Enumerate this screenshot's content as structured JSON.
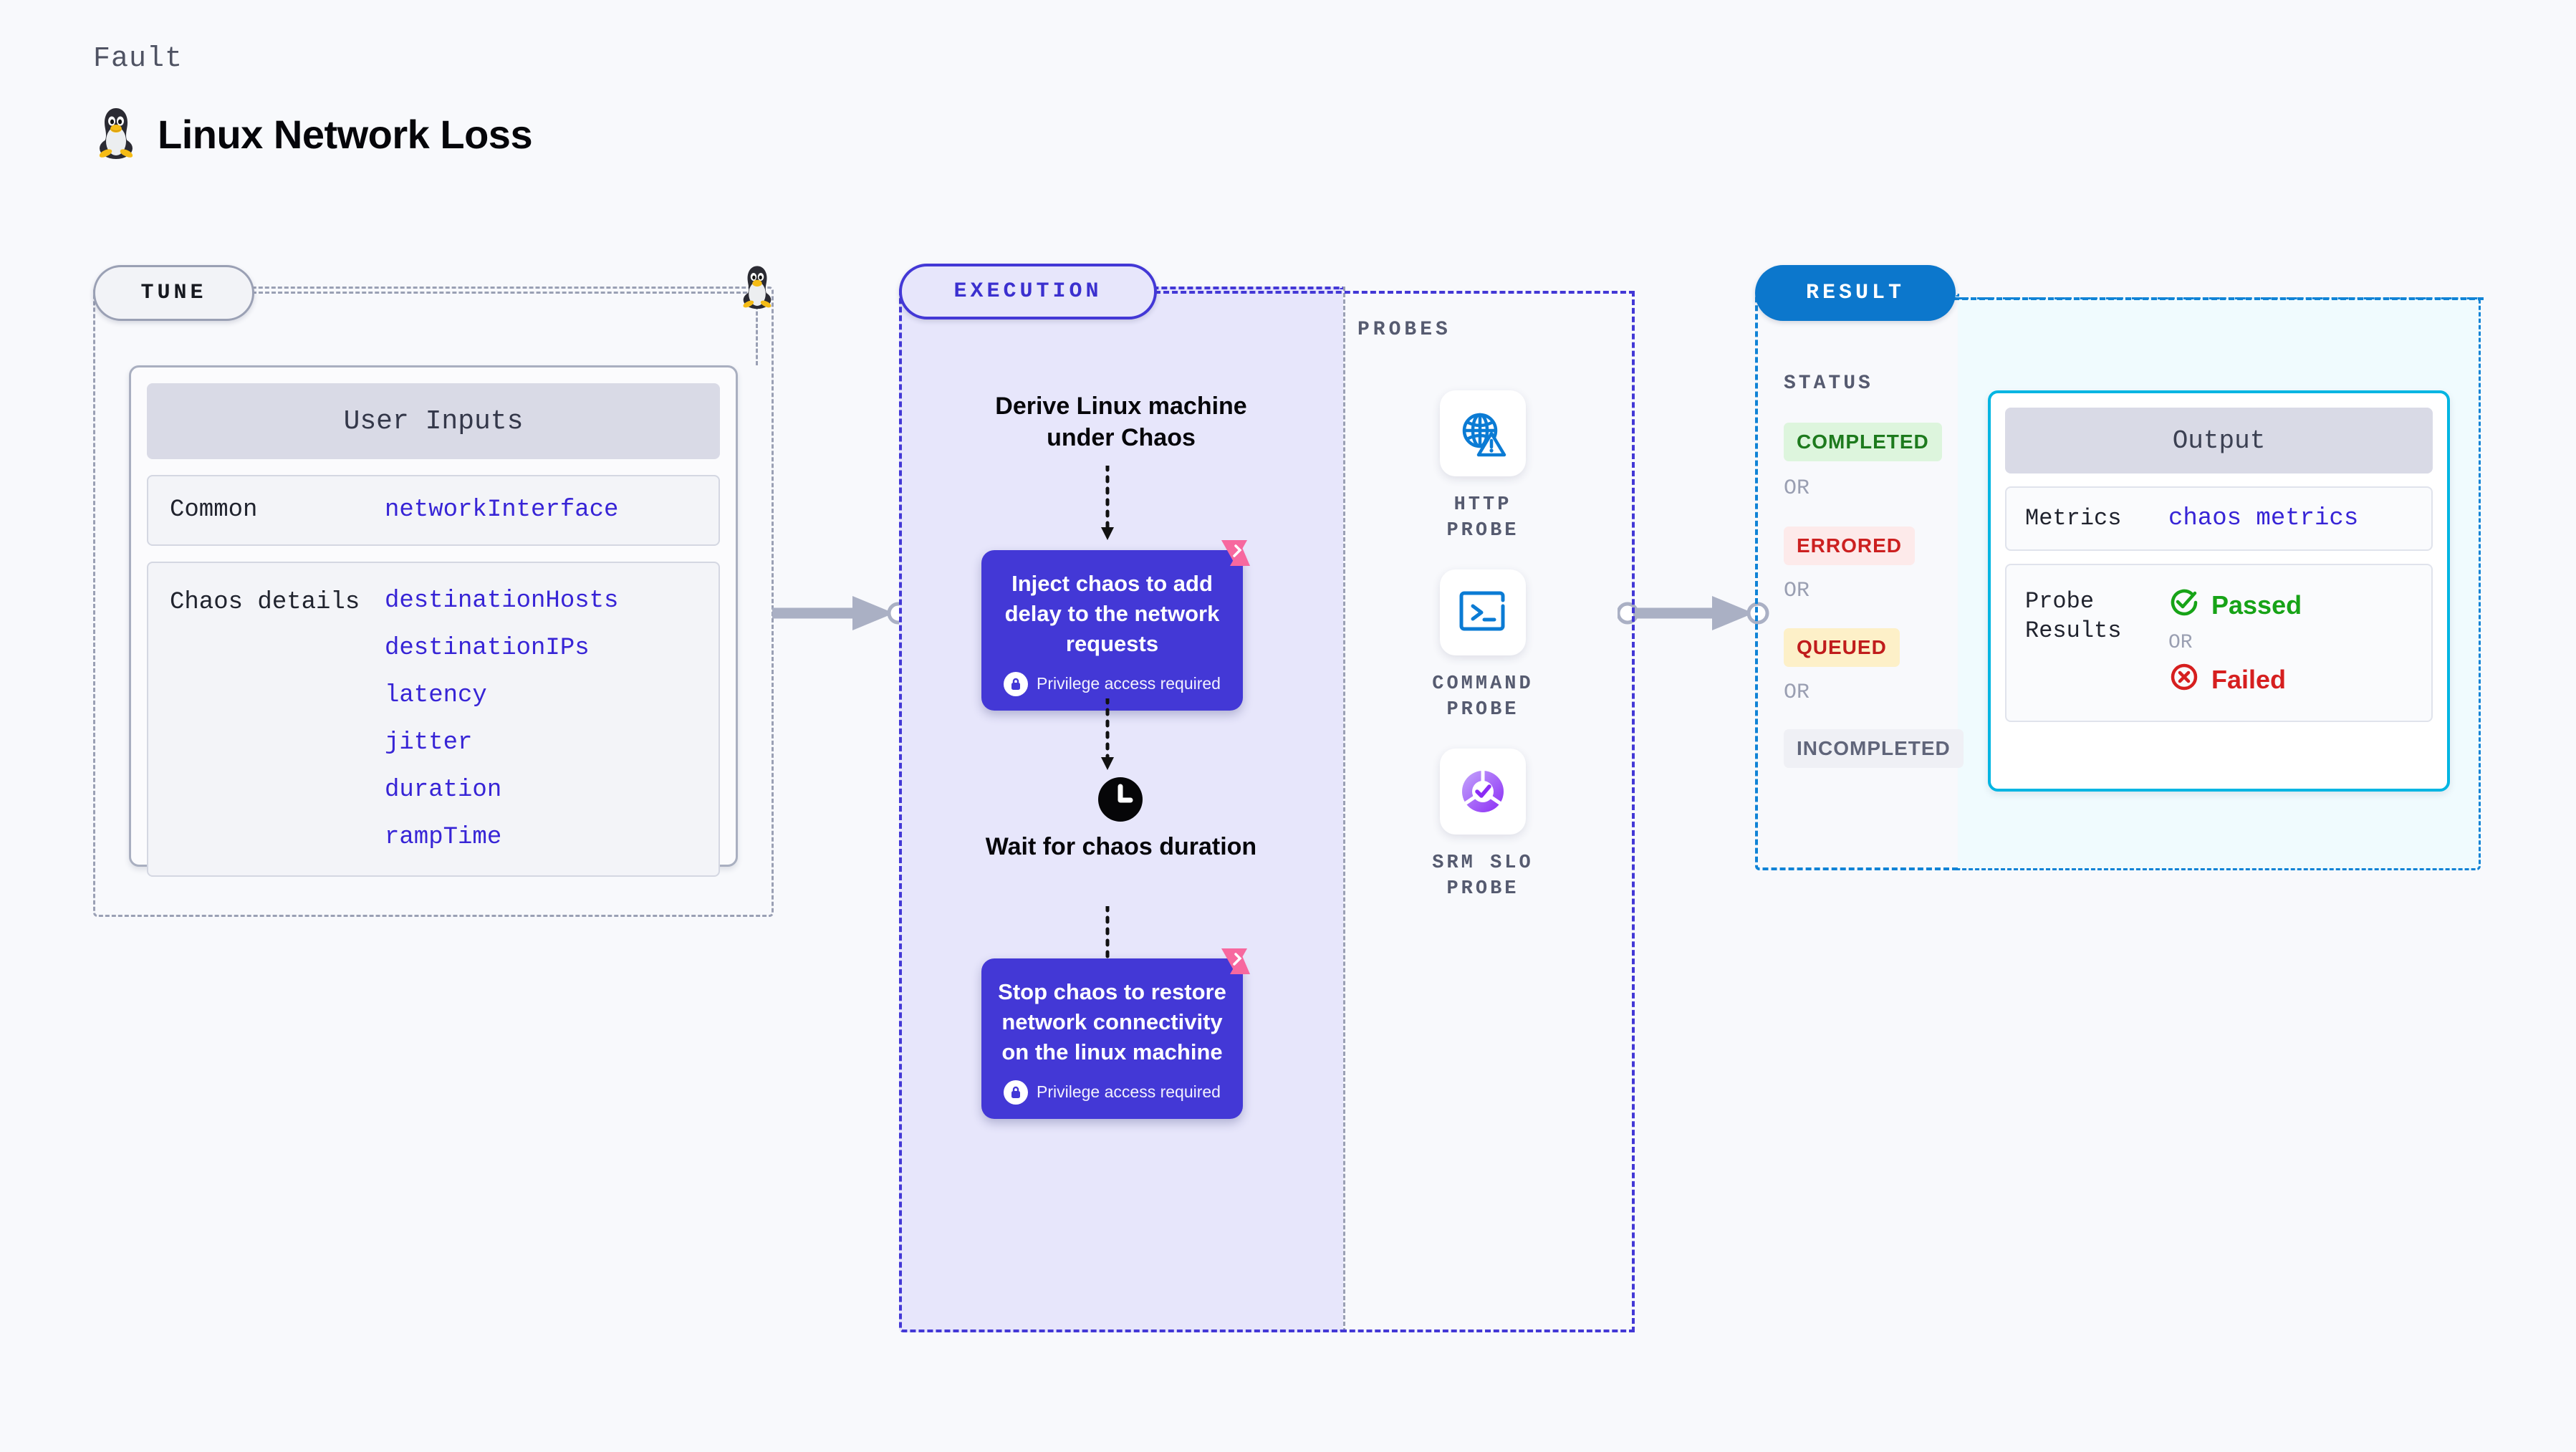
{
  "header": {
    "eyebrow": "Fault",
    "title": "Linux Network Loss",
    "icon": "tux-penguin-icon"
  },
  "tune": {
    "pill_label": "TUNE",
    "card_title": "User Inputs",
    "rows": [
      {
        "key": "Common",
        "values": [
          "networkInterface"
        ]
      },
      {
        "key": "Chaos details",
        "values": [
          "destinationHosts",
          "destinationIPs",
          "latency",
          "jitter",
          "duration",
          "rampTime"
        ]
      }
    ]
  },
  "execution": {
    "pill_label": "EXECUTION",
    "steps": [
      {
        "type": "text",
        "label": "Derive Linux machine under Chaos"
      },
      {
        "type": "chaos",
        "label": "Inject chaos to add delay to the network requests",
        "note": "Privilege access required"
      },
      {
        "type": "wait",
        "label": "Wait for chaos duration",
        "icon": "clock-icon"
      },
      {
        "type": "chaos",
        "label": "Stop chaos to restore network connectivity on the linux machine",
        "note": "Privilege access required"
      }
    ]
  },
  "probes": {
    "section_label": "PROBES",
    "items": [
      {
        "label": "HTTP PROBE",
        "icon": "globe-warning-icon"
      },
      {
        "label": "COMMAND PROBE",
        "icon": "terminal-icon"
      },
      {
        "label": "SRM SLO PROBE",
        "icon": "slo-donut-check-icon"
      }
    ]
  },
  "result": {
    "pill_label": "RESULT",
    "status_label": "STATUS",
    "or_label": "OR",
    "statuses": [
      {
        "label": "COMPLETED",
        "color": "#1d7a1d",
        "bg": "#ddf5dd"
      },
      {
        "label": "ERRORED",
        "color": "#cc2020",
        "bg": "#fdeaea"
      },
      {
        "label": "QUEUED",
        "color": "#c01c1c",
        "bg": "#fdf0c8"
      },
      {
        "label": "INCOMPLETED",
        "color": "#60657a",
        "bg": "#eff0f5"
      }
    ],
    "output": {
      "card_title": "Output",
      "metrics_key": "Metrics",
      "metrics_value": "chaos metrics",
      "probe_results_key": "Probe Results",
      "passed_label": "Passed",
      "failed_label": "Failed",
      "or_label": "OR",
      "passed_color": "#17a317",
      "failed_color": "#d61f1f"
    }
  },
  "colors": {
    "indigo": "#4338d6",
    "blue": "#1083d6",
    "cyan": "#00b5e2",
    "pink": "#f7689f",
    "gray_dash": "#9aa0b4",
    "param_blue": "#3724d6"
  }
}
